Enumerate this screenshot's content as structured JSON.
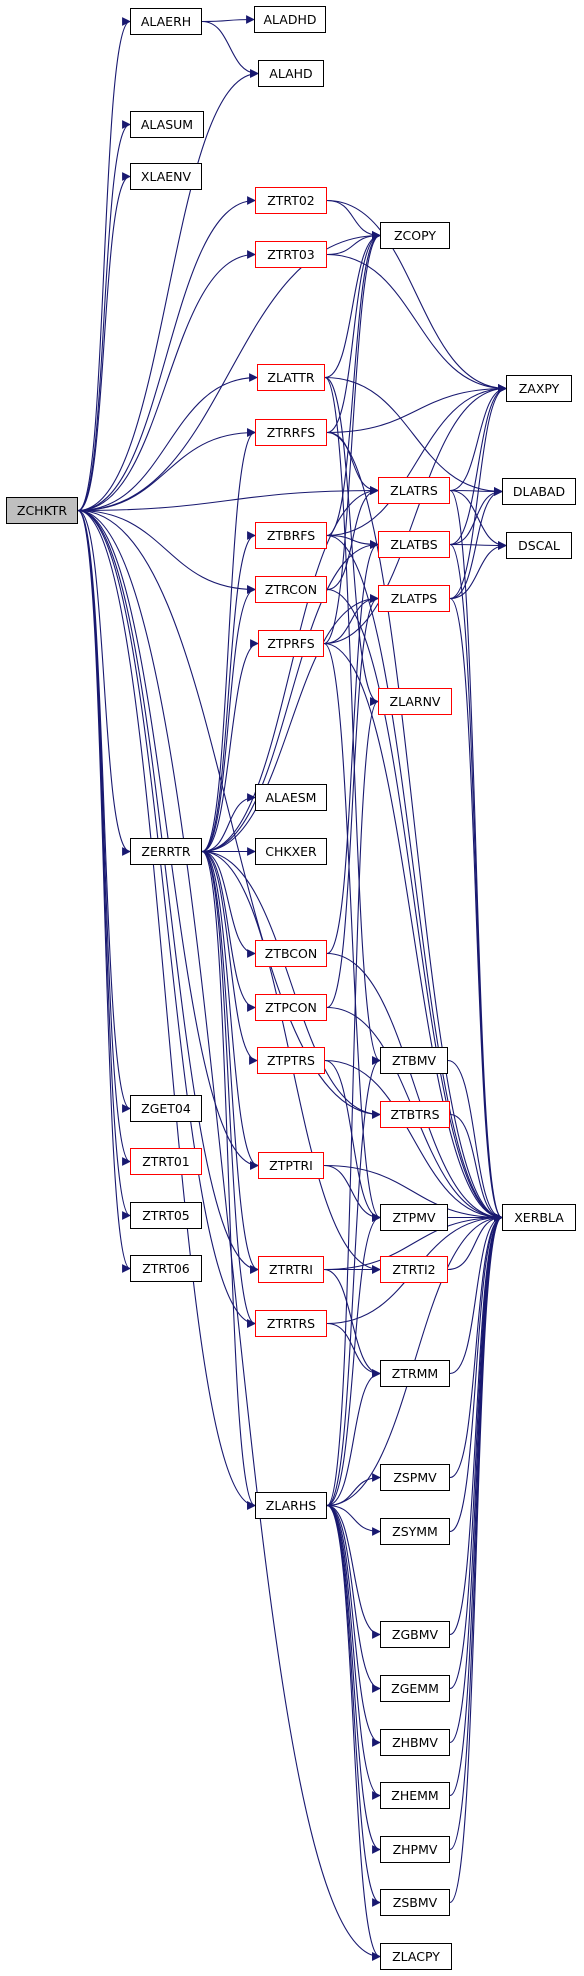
{
  "colors": {
    "edge": "#191970",
    "node_border": "#000000",
    "node_border_alt": "#ff0000",
    "root_fill": "#bfbfbf"
  },
  "nodes": [
    {
      "id": "ZCHKTR",
      "label": "ZCHKTR",
      "style": "root"
    },
    {
      "id": "ALAERH",
      "label": "ALAERH",
      "style": "black"
    },
    {
      "id": "ALADHD",
      "label": "ALADHD",
      "style": "black"
    },
    {
      "id": "ALAHD",
      "label": "ALAHD",
      "style": "black"
    },
    {
      "id": "ALASUM",
      "label": "ALASUM",
      "style": "black"
    },
    {
      "id": "XLAENV",
      "label": "XLAENV",
      "style": "black"
    },
    {
      "id": "ZTRT02",
      "label": "ZTRT02",
      "style": "red"
    },
    {
      "id": "ZCOPY",
      "label": "ZCOPY",
      "style": "black"
    },
    {
      "id": "ZTRT03",
      "label": "ZTRT03",
      "style": "red"
    },
    {
      "id": "ZLATTR",
      "label": "ZLATTR",
      "style": "red"
    },
    {
      "id": "ZAXPY",
      "label": "ZAXPY",
      "style": "black"
    },
    {
      "id": "ZTRRFS",
      "label": "ZTRRFS",
      "style": "red"
    },
    {
      "id": "ZLATRS",
      "label": "ZLATRS",
      "style": "red"
    },
    {
      "id": "DLABAD",
      "label": "DLABAD",
      "style": "black"
    },
    {
      "id": "ZTBRFS",
      "label": "ZTBRFS",
      "style": "red"
    },
    {
      "id": "ZLATBS",
      "label": "ZLATBS",
      "style": "red"
    },
    {
      "id": "DSCAL",
      "label": "DSCAL",
      "style": "black"
    },
    {
      "id": "ZTRCON",
      "label": "ZTRCON",
      "style": "red"
    },
    {
      "id": "ZLATPS",
      "label": "ZLATPS",
      "style": "red"
    },
    {
      "id": "ZTPRFS",
      "label": "ZTPRFS",
      "style": "red"
    },
    {
      "id": "ZLARNV",
      "label": "ZLARNV",
      "style": "red"
    },
    {
      "id": "ALAESM",
      "label": "ALAESM",
      "style": "black"
    },
    {
      "id": "ZERRTR",
      "label": "ZERRTR",
      "style": "black"
    },
    {
      "id": "CHKXER",
      "label": "CHKXER",
      "style": "black"
    },
    {
      "id": "ZTBCON",
      "label": "ZTBCON",
      "style": "red"
    },
    {
      "id": "ZTPCON",
      "label": "ZTPCON",
      "style": "red"
    },
    {
      "id": "ZTPTRS",
      "label": "ZTPTRS",
      "style": "red"
    },
    {
      "id": "ZTBMV",
      "label": "ZTBMV",
      "style": "black"
    },
    {
      "id": "ZTBTRS",
      "label": "ZTBTRS",
      "style": "red"
    },
    {
      "id": "ZGET04",
      "label": "ZGET04",
      "style": "black"
    },
    {
      "id": "ZTRT01",
      "label": "ZTRT01",
      "style": "red"
    },
    {
      "id": "ZTPTRI",
      "label": "ZTPTRI",
      "style": "red"
    },
    {
      "id": "ZTRT05",
      "label": "ZTRT05",
      "style": "black"
    },
    {
      "id": "ZTPMV",
      "label": "ZTPMV",
      "style": "black"
    },
    {
      "id": "XERBLA",
      "label": "XERBLA",
      "style": "black"
    },
    {
      "id": "ZTRT06",
      "label": "ZTRT06",
      "style": "black"
    },
    {
      "id": "ZTRTRI",
      "label": "ZTRTRI",
      "style": "red"
    },
    {
      "id": "ZTRTI2",
      "label": "ZTRTI2",
      "style": "red"
    },
    {
      "id": "ZTRTRS",
      "label": "ZTRTRS",
      "style": "red"
    },
    {
      "id": "ZTRMM",
      "label": "ZTRMM",
      "style": "black"
    },
    {
      "id": "ZSPMV",
      "label": "ZSPMV",
      "style": "black"
    },
    {
      "id": "ZLARHS",
      "label": "ZLARHS",
      "style": "black"
    },
    {
      "id": "ZSYMM",
      "label": "ZSYMM",
      "style": "black"
    },
    {
      "id": "ZGBMV",
      "label": "ZGBMV",
      "style": "black"
    },
    {
      "id": "ZGEMM",
      "label": "ZGEMM",
      "style": "black"
    },
    {
      "id": "ZHBMV",
      "label": "ZHBMV",
      "style": "black"
    },
    {
      "id": "ZHEMM",
      "label": "ZHEMM",
      "style": "black"
    },
    {
      "id": "ZHPMV",
      "label": "ZHPMV",
      "style": "black"
    },
    {
      "id": "ZSBMV",
      "label": "ZSBMV",
      "style": "black"
    },
    {
      "id": "ZLACPY",
      "label": "ZLACPY",
      "style": "black"
    }
  ],
  "edges": [
    [
      "ZCHKTR",
      "ALAERH"
    ],
    [
      "ZCHKTR",
      "ALAHD"
    ],
    [
      "ZCHKTR",
      "ALASUM"
    ],
    [
      "ZCHKTR",
      "XLAENV"
    ],
    [
      "ZCHKTR",
      "ZTRT02"
    ],
    [
      "ZCHKTR",
      "ZTRT03"
    ],
    [
      "ZCHKTR",
      "ZCOPY"
    ],
    [
      "ZCHKTR",
      "ZLATTR"
    ],
    [
      "ZCHKTR",
      "ZTRRFS"
    ],
    [
      "ZCHKTR",
      "ZLATRS"
    ],
    [
      "ZCHKTR",
      "ZTRCON"
    ],
    [
      "ZCHKTR",
      "ZERRTR"
    ],
    [
      "ZCHKTR",
      "ZGET04"
    ],
    [
      "ZCHKTR",
      "ZTRT01"
    ],
    [
      "ZCHKTR",
      "ZTRT05"
    ],
    [
      "ZCHKTR",
      "ZTRT06"
    ],
    [
      "ZCHKTR",
      "ZTRTRI"
    ],
    [
      "ZCHKTR",
      "ZTRTRS"
    ],
    [
      "ZCHKTR",
      "ZTBTRS"
    ],
    [
      "ZCHKTR",
      "ZTPTRI"
    ],
    [
      "ALAERH",
      "ALADHD"
    ],
    [
      "ALAERH",
      "ALAHD"
    ],
    [
      "ZTRT02",
      "ZCOPY"
    ],
    [
      "ZTRT02",
      "ZAXPY"
    ],
    [
      "ZTRT03",
      "ZCOPY"
    ],
    [
      "ZTRT03",
      "ZAXPY"
    ],
    [
      "ZLATTR",
      "ZCOPY"
    ],
    [
      "ZLATTR",
      "DLABAD"
    ],
    [
      "ZLATTR",
      "ZLARNV"
    ],
    [
      "ZLATTR",
      "ZTBMV"
    ],
    [
      "ZTRRFS",
      "ZCOPY"
    ],
    [
      "ZTRRFS",
      "ZAXPY"
    ],
    [
      "ZTRRFS",
      "ZLATRS"
    ],
    [
      "ZTRRFS",
      "XERBLA"
    ],
    [
      "ZLATRS",
      "DLABAD"
    ],
    [
      "ZLATRS",
      "DSCAL"
    ],
    [
      "ZLATRS",
      "ZAXPY"
    ],
    [
      "ZLATRS",
      "XERBLA"
    ],
    [
      "ZTBRFS",
      "ZCOPY"
    ],
    [
      "ZTBRFS",
      "ZAXPY"
    ],
    [
      "ZTBRFS",
      "ZLATBS"
    ],
    [
      "ZTBRFS",
      "XERBLA"
    ],
    [
      "ZLATBS",
      "DLABAD"
    ],
    [
      "ZLATBS",
      "DSCAL"
    ],
    [
      "ZLATBS",
      "ZAXPY"
    ],
    [
      "ZLATBS",
      "XERBLA"
    ],
    [
      "ZTRCON",
      "ZLATRS"
    ],
    [
      "ZTRCON",
      "XERBLA"
    ],
    [
      "ZLATPS",
      "DLABAD"
    ],
    [
      "ZLATPS",
      "DSCAL"
    ],
    [
      "ZLATPS",
      "ZAXPY"
    ],
    [
      "ZLATPS",
      "XERBLA"
    ],
    [
      "ZTPRFS",
      "ZCOPY"
    ],
    [
      "ZTPRFS",
      "ZAXPY"
    ],
    [
      "ZTPRFS",
      "ZLATPS"
    ],
    [
      "ZTPRFS",
      "XERBLA"
    ],
    [
      "ZTPRFS",
      "ZTPMV"
    ],
    [
      "ZERRTR",
      "ALAESM"
    ],
    [
      "ZERRTR",
      "CHKXER"
    ],
    [
      "ZERRTR",
      "ZTRRFS"
    ],
    [
      "ZERRTR",
      "ZTBRFS"
    ],
    [
      "ZERRTR",
      "ZTRCON"
    ],
    [
      "ZERRTR",
      "ZTPRFS"
    ],
    [
      "ZERRTR",
      "ZLATRS"
    ],
    [
      "ZERRTR",
      "ZLATBS"
    ],
    [
      "ZERRTR",
      "ZLATPS"
    ],
    [
      "ZERRTR",
      "ZTBCON"
    ],
    [
      "ZERRTR",
      "ZTPCON"
    ],
    [
      "ZERRTR",
      "ZTPTRS"
    ],
    [
      "ZERRTR",
      "ZTPTRI"
    ],
    [
      "ZERRTR",
      "ZTRTRI"
    ],
    [
      "ZERRTR",
      "ZTRTI2"
    ],
    [
      "ZERRTR",
      "ZTRTRS"
    ],
    [
      "ZERRTR",
      "ZTBTRS"
    ],
    [
      "ZTBCON",
      "ZLATBS"
    ],
    [
      "ZTBCON",
      "XERBLA"
    ],
    [
      "ZTPCON",
      "ZLATPS"
    ],
    [
      "ZTPCON",
      "XERBLA"
    ],
    [
      "ZTPTRS",
      "ZTPMV"
    ],
    [
      "ZTPTRS",
      "XERBLA"
    ],
    [
      "ZTBTRS",
      "XERBLA"
    ],
    [
      "ZTBMV",
      "XERBLA"
    ],
    [
      "ZTPMV",
      "XERBLA"
    ],
    [
      "ZTPTRI",
      "ZTPMV"
    ],
    [
      "ZTPTRI",
      "XERBLA"
    ],
    [
      "ZTRTRI",
      "ZTRTI2"
    ],
    [
      "ZTRTRI",
      "ZTRMM"
    ],
    [
      "ZTRTRI",
      "XERBLA"
    ],
    [
      "ZTRTI2",
      "XERBLA"
    ],
    [
      "ZTRTRS",
      "ZTRMM"
    ],
    [
      "ZTRTRS",
      "XERBLA"
    ],
    [
      "ZTRMM",
      "XERBLA"
    ],
    [
      "ZLARHS",
      "ZLARNV"
    ],
    [
      "ZLARHS",
      "ZTBMV"
    ],
    [
      "ZLARHS",
      "ZTPMV"
    ],
    [
      "ZLARHS",
      "ZTRMM"
    ],
    [
      "ZLARHS",
      "ZSPMV"
    ],
    [
      "ZLARHS",
      "ZSYMM"
    ],
    [
      "ZLARHS",
      "ZGBMV"
    ],
    [
      "ZLARHS",
      "ZGEMM"
    ],
    [
      "ZLARHS",
      "ZHBMV"
    ],
    [
      "ZLARHS",
      "ZHEMM"
    ],
    [
      "ZLARHS",
      "ZHPMV"
    ],
    [
      "ZLARHS",
      "ZSBMV"
    ],
    [
      "ZLARHS",
      "ZLACPY"
    ],
    [
      "ZLARHS",
      "XERBLA"
    ],
    [
      "ZCHKTR",
      "ZLARHS"
    ],
    [
      "ZCHKTR",
      "ZLACPY"
    ],
    [
      "ZERRTR",
      "ZLARHS"
    ],
    [
      "ZSPMV",
      "XERBLA"
    ],
    [
      "ZSYMM",
      "XERBLA"
    ],
    [
      "ZGBMV",
      "XERBLA"
    ],
    [
      "ZGEMM",
      "XERBLA"
    ],
    [
      "ZHBMV",
      "XERBLA"
    ],
    [
      "ZHEMM",
      "XERBLA"
    ],
    [
      "ZHPMV",
      "XERBLA"
    ],
    [
      "ZSBMV",
      "XERBLA"
    ]
  ]
}
